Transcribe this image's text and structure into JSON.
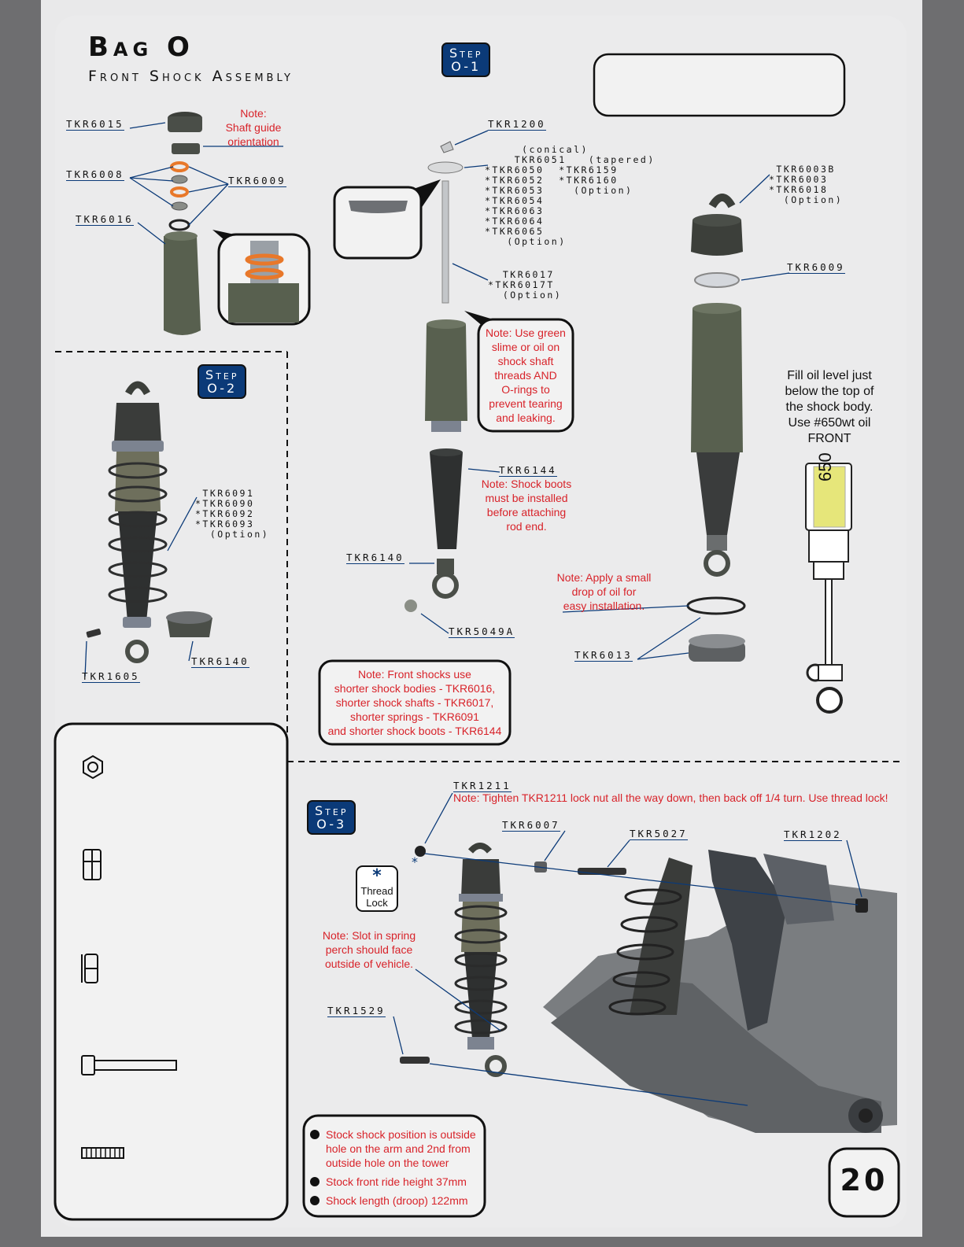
{
  "header": {
    "title": "Bag O",
    "subtitle": "Front Shock Assembly",
    "page_number": "20"
  },
  "steps": {
    "o1": [
      "Step",
      "O-1"
    ],
    "o2": [
      "Step",
      "O-2"
    ],
    "o3": [
      "Step",
      "O-3"
    ]
  },
  "parts": {
    "tkr6015": "TKR6015",
    "tkr6008": "TKR6008",
    "tkr6009_left": "TKR6009",
    "tkr6016": "TKR6016",
    "tkr1200": "TKR1200",
    "piston_group": "     (conical)\n    TKR6051   (tapered)\n*TKR6050  *TKR6159\n*TKR6052  *TKR6160\n*TKR6053    (Option)\n*TKR6054\n*TKR6063\n*TKR6064\n*TKR6065\n   (Option)",
    "shaft_group": "  TKR6017\n*TKR6017T\n  (Option)",
    "tkr6144": "TKR6144",
    "tkr6140_o1": "TKR6140",
    "tkr5049a": "TKR5049A",
    "cap_group": " TKR6003B\n*TKR6003\n*TKR6018\n  (Option)",
    "tkr6009_right": "TKR6009",
    "tkr6013": "TKR6013",
    "spring_group": " TKR6091\n*TKR6090\n*TKR6092\n*TKR6093\n  (Option)",
    "tkr6140_o2": "TKR6140",
    "tkr1605": "TKR1605",
    "tkr1211": "TKR1211",
    "tkr6007": "TKR6007",
    "tkr5027": "TKR5027",
    "tkr1202": "TKR1202",
    "tkr1529": "TKR1529"
  },
  "notes": {
    "shaft_guide": "Note:\nShaft guide\norientation",
    "green_slime": "Note: Use green\nslime or oil on\nshock shaft\nthreads AND\nO-rings to\nprevent tearing\nand leaking.",
    "boots": "Note: Shock boots\nmust be installed\nbefore attaching\nrod end.",
    "oil_drop": "Note: Apply a small\ndrop of oil for\neasy installation.",
    "front_shocks": "Note: Front shocks use\nshorter shock bodies - TKR6016,\nshorter shock shafts - TKR6017,\nshorter springs - TKR6091\nand shorter shock boots - TKR6144",
    "lock_nut": "Note: Tighten TKR1211 lock nut all the way down, then back off 1/4 turn. Use thread lock!",
    "spring_slot": "Note: Slot in spring\nperch should face\noutside of vehicle.",
    "fill_oil": "Fill oil level just\nbelow the top of\nthe shock body.\nUse #650wt oil\nFRONT",
    "oil_bottle": "650",
    "thread_lock": "Thread\nLock",
    "thread_lock_symbol": "*",
    "star_marker": "*"
  },
  "setup_list": [
    "Stock shock position is outside hole on the arm and 2nd from outside hole on the tower",
    "Stock front ride height 37mm",
    "Shock length (droop) 122mm"
  ],
  "hardware_icons": [
    "hex-nut-icon",
    "lock-nut-side-icon",
    "flanged-lock-nut-icon",
    "cap-screw-icon",
    "set-screw-icon"
  ],
  "colors": {
    "step_blue": "#0b3a78",
    "note_red": "#d8232a",
    "shock_body": "#58604f",
    "orange_oring": "#e8782a"
  }
}
